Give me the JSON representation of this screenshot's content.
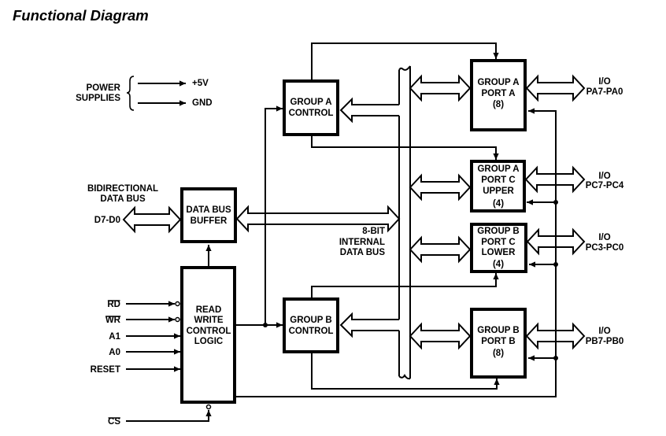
{
  "title": "Functional Diagram",
  "power_supplies": {
    "label": [
      "POWER",
      "SUPPLIES"
    ],
    "rails": [
      "+5V",
      "GND"
    ]
  },
  "external_data_bus": {
    "label": [
      "BIDIRECTIONAL",
      "DATA BUS"
    ],
    "pins": "D7-D0"
  },
  "blocks": {
    "data_bus_buffer": {
      "lines": [
        "DATA BUS",
        "BUFFER"
      ]
    },
    "read_write_control_logic": {
      "lines": [
        "READ",
        "WRITE",
        "CONTROL",
        "LOGIC"
      ]
    },
    "group_a_control": {
      "lines": [
        "GROUP A",
        "CONTROL"
      ]
    },
    "group_b_control": {
      "lines": [
        "GROUP B",
        "CONTROL"
      ]
    },
    "group_a_port_a": {
      "lines": [
        "GROUP A",
        "PORT A",
        "(8)"
      ]
    },
    "group_a_port_c_upper": {
      "lines": [
        "GROUP A",
        "PORT C",
        "UPPER",
        "(4)"
      ]
    },
    "group_b_port_c_lower": {
      "lines": [
        "GROUP B",
        "PORT C",
        "LOWER",
        "(4)"
      ]
    },
    "group_b_port_b": {
      "lines": [
        "GROUP B",
        "PORT B",
        "(8)"
      ]
    }
  },
  "internal_bus": {
    "label": [
      "8-BIT",
      "INTERNAL",
      "DATA BUS"
    ]
  },
  "control_inputs": [
    {
      "label": "RD",
      "active_low": true
    },
    {
      "label": "WR",
      "active_low": true
    },
    {
      "label": "A1",
      "active_low": false
    },
    {
      "label": "A0",
      "active_low": false
    },
    {
      "label": "RESET",
      "active_low": false
    }
  ],
  "chip_select": {
    "label": "CS",
    "active_low": true
  },
  "io_ports": [
    {
      "type": "I/O",
      "pins": "PA7-PA0"
    },
    {
      "type": "I/O",
      "pins": "PC7-PC4"
    },
    {
      "type": "I/O",
      "pins": "PC3-PC0"
    },
    {
      "type": "I/O",
      "pins": "PB7-PB0"
    }
  ],
  "colors": {
    "line": "#000000",
    "background": "#ffffff"
  }
}
